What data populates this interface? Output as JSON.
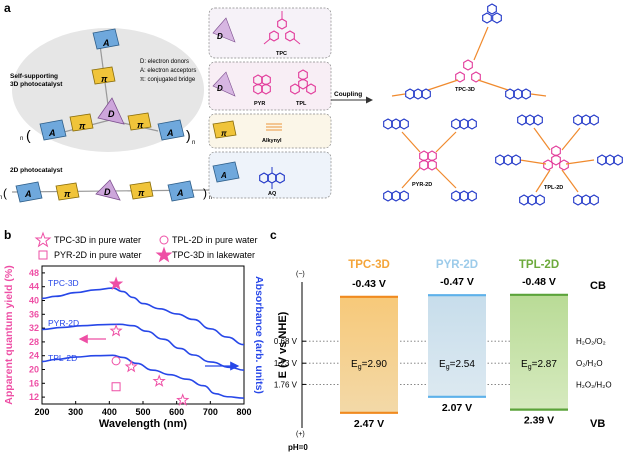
{
  "panel_a": {
    "label": "a",
    "self_supporting_label_1": "Self-supporting",
    "self_supporting_label_2": "3D photocatalyst",
    "legend_d": "D: electron donors",
    "legend_a": "A: electron acceptors",
    "legend_pi": "π: conjugated bridge",
    "photocatalyst_2d_label": "2D photocatalyst",
    "tile_a": "A",
    "tile_pi": "π",
    "tile_d": "D",
    "subscript_n": "n",
    "box_tpc_label": "TPC",
    "box_pyr_label": "PYR",
    "box_tpl_label": "TPL",
    "box_alkynyl_label": "Alkynyl",
    "box_aq_label": "AQ",
    "coupling_label": "Coupling",
    "struct_tpc3d": "TPC-3D",
    "struct_pyr2d": "PYR-2D",
    "struct_tpl2d": "TPL-2D"
  },
  "panel_b": {
    "label": "b",
    "legend": {
      "tpc3d_pure": "TPC-3D in pure water",
      "pyr2d_pure": "PYR-2D in pure water",
      "tpl2d_pure": "TPL-2D in pure water",
      "tpc3d_lake": "TPC-3D in lakewater"
    },
    "curve_labels": {
      "tpc3d": "TPC-3D",
      "pyr2d": "PYR-2D",
      "tpl2d": "TPL-2D"
    }
  },
  "panel_c": {
    "label": "c",
    "materials": [
      {
        "name": "TPC-3D",
        "cb": "-0.43 V",
        "vb": "2.47 V",
        "eg": "2.90",
        "color": "#F4A53A"
      },
      {
        "name": "PYR-2D",
        "cb": "-0.47 V",
        "vb": "2.07 V",
        "eg": "2.54",
        "color": "#9CCBEA"
      },
      {
        "name": "TPL-2D",
        "cb": "-0.48 V",
        "vb": "2.39 V",
        "eg": "2.87",
        "color": "#6DAA3C"
      }
    ],
    "eg_prefix": "E",
    "eg_sub": "g",
    "eg_eq": "=",
    "y_axis_label": "E (V vs NHE)",
    "minus_mark": "(−)",
    "plus_mark": "(+)",
    "ph_label": "pH=0",
    "cb_label": "CB",
    "vb_label": "VB",
    "levels": [
      {
        "value": "0.68 V",
        "v": 0.68,
        "label": "H₂O₂/O₂"
      },
      {
        "value": "1.23 V",
        "v": 1.23,
        "label": "O₂/H₂O"
      },
      {
        "value": "1.76 V",
        "v": 1.76,
        "label": "H₂O₂/H₂O"
      }
    ]
  },
  "chart_data": {
    "type": "line",
    "xlabel": "Wavelength (nm)",
    "ylabel": "Apparent quantum yield (%)",
    "y2label": "Absorbance (arb. units)",
    "xlim": [
      200,
      800
    ],
    "ylim": [
      10,
      50
    ],
    "x_ticks": [
      200,
      300,
      400,
      500,
      600,
      700,
      800
    ],
    "y_ticks": [
      12,
      16,
      20,
      24,
      28,
      32,
      36,
      40,
      44,
      48
    ],
    "markers": [
      {
        "name": "TPC-3D in pure water",
        "shape": "star-open",
        "points": [
          [
            420,
            31.2
          ],
          [
            465,
            20.8
          ],
          [
            548,
            16.6
          ],
          [
            618,
            11.1
          ]
        ]
      },
      {
        "name": "TPL-2D in pure water",
        "shape": "circle-open",
        "points": [
          [
            420,
            22.5
          ]
        ]
      },
      {
        "name": "PYR-2D in pure water",
        "shape": "square-open",
        "points": [
          [
            420,
            15.0
          ]
        ]
      },
      {
        "name": "TPC-3D in lakewater",
        "shape": "star-filled",
        "points": [
          [
            420,
            44.8
          ]
        ]
      }
    ],
    "absorbance_curves": [
      {
        "name": "TPC-3D",
        "points": [
          [
            200,
            40.6
          ],
          [
            240,
            41.2
          ],
          [
            300,
            42.3
          ],
          [
            360,
            43.1
          ],
          [
            410,
            43.6
          ],
          [
            440,
            42.6
          ],
          [
            470,
            40.9
          ],
          [
            500,
            39.1
          ],
          [
            550,
            37.6
          ],
          [
            600,
            36.1
          ],
          [
            650,
            34.5
          ],
          [
            700,
            31.8
          ],
          [
            750,
            29.4
          ],
          [
            800,
            27.2
          ]
        ]
      },
      {
        "name": "PYR-2D",
        "points": [
          [
            200,
            31.6
          ],
          [
            260,
            32.2
          ],
          [
            320,
            32.7
          ],
          [
            380,
            33.0
          ],
          [
            430,
            33.1
          ],
          [
            470,
            32.7
          ],
          [
            510,
            31.1
          ],
          [
            560,
            28.8
          ],
          [
            610,
            26.1
          ],
          [
            650,
            24.2
          ],
          [
            700,
            22.2
          ],
          [
            760,
            20.6
          ],
          [
            800,
            19.8
          ]
        ]
      },
      {
        "name": "TPL-2D",
        "points": [
          [
            200,
            22.3
          ],
          [
            240,
            22.9
          ],
          [
            300,
            23.6
          ],
          [
            360,
            24.0
          ],
          [
            410,
            24.1
          ],
          [
            440,
            23.5
          ],
          [
            480,
            21.8
          ],
          [
            530,
            19.8
          ],
          [
            580,
            18.5
          ],
          [
            630,
            17.2
          ],
          [
            680,
            15.3
          ],
          [
            715,
            13.0
          ],
          [
            750,
            12.1
          ],
          [
            800,
            11.7
          ]
        ]
      }
    ],
    "colors": {
      "aqy": "#EE4FA5",
      "absorbance": "#2747E8"
    }
  }
}
